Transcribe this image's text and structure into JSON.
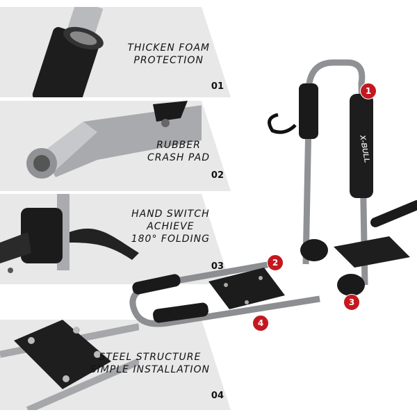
{
  "features": [
    {
      "title_line1": "THICKEN FOAM",
      "title_line2": "PROTECTION",
      "number": "01"
    },
    {
      "title_line1": "RUBBER",
      "title_line2": "CRASH PAD",
      "number": "02"
    },
    {
      "title_line1": "HAND SWITCH",
      "title_line2": "ACHIEVE",
      "title_line3": "180° FOLDING",
      "number": "03"
    },
    {
      "title_line1": "STEEL STRUCTURE",
      "title_line2": "SIMPLE INSTALLATION",
      "number": "04"
    }
  ],
  "brand": "X-BULL",
  "callouts": [
    "1",
    "2",
    "3",
    "4"
  ],
  "colors": {
    "callout": "#c41820",
    "panel": "#e6e6e6",
    "foam": "#1a1a1a",
    "steel": "#9a9ca0"
  }
}
